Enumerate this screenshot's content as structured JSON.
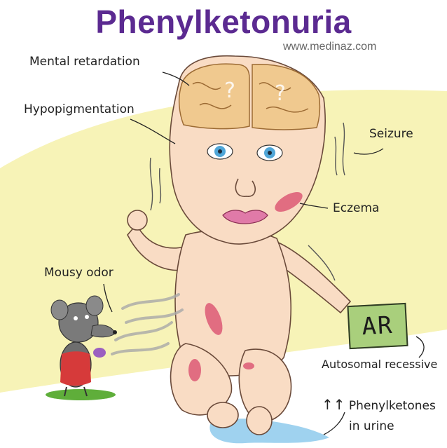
{
  "title": "Phenylketonuria",
  "website": "www.medinaz.com",
  "labels": {
    "mental_retardation": "Mental retardation",
    "hypopigmentation": "Hypopigmentation",
    "seizure": "Seizure",
    "eczema": "Eczema",
    "mousy_odor": "Mousy odor",
    "autosomal_recessive": "Autosomal recessive",
    "phenylketones_arrows": "↑↑",
    "phenylketones_line1": "Phenylketones",
    "phenylketones_line2": "in urine"
  },
  "card": {
    "text": "AR"
  },
  "brain_marks": [
    "?",
    "?"
  ],
  "colors": {
    "title": "#5b2a91",
    "background_band": "#f7f3b7",
    "skin": "#f9dcc4",
    "brain": "#f0c98f",
    "card": "#a9cf7c",
    "eyes": "#4fa6d8",
    "lips": "#e07aa8",
    "rash": "#d9486b",
    "urine": "#9fd2ef",
    "mouse": "#6e6e6e",
    "grass": "#5fae3a"
  }
}
